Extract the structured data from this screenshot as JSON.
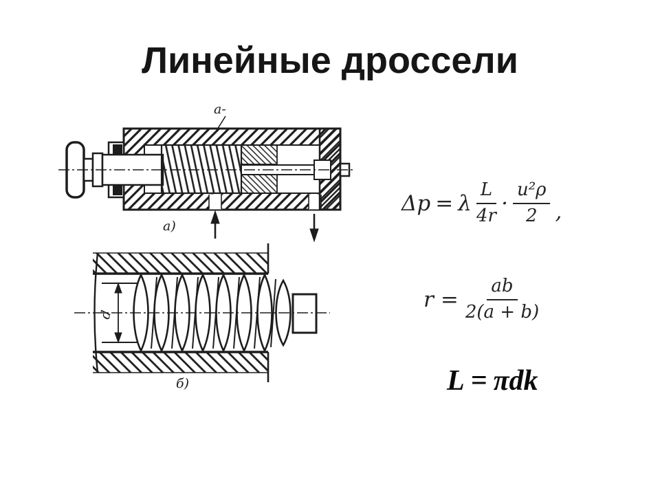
{
  "slide": {
    "title": "Линейные дроссели"
  },
  "colors": {
    "background": "#ffffff",
    "ink": "#1d1d1d"
  },
  "figure_a": {
    "pointer_label": "а-",
    "caption": "а)"
  },
  "figure_b": {
    "dimension_label": "d",
    "caption": "б)"
  },
  "formulas": {
    "pressure_drop": {
      "lhs": "Δp",
      "equals": "=",
      "lambda": "λ",
      "frac1_num": "L",
      "frac1_den": "4r",
      "dot": "·",
      "frac2_num": "u²ρ",
      "frac2_den": "2",
      "comma": ","
    },
    "hydraulic_radius": {
      "lhs": "r",
      "equals": "=",
      "frac_num": "ab",
      "frac_den": "2(a + b)"
    },
    "perimeter": {
      "lhs": "L",
      "equals": "=",
      "rhs": "πdk"
    }
  }
}
